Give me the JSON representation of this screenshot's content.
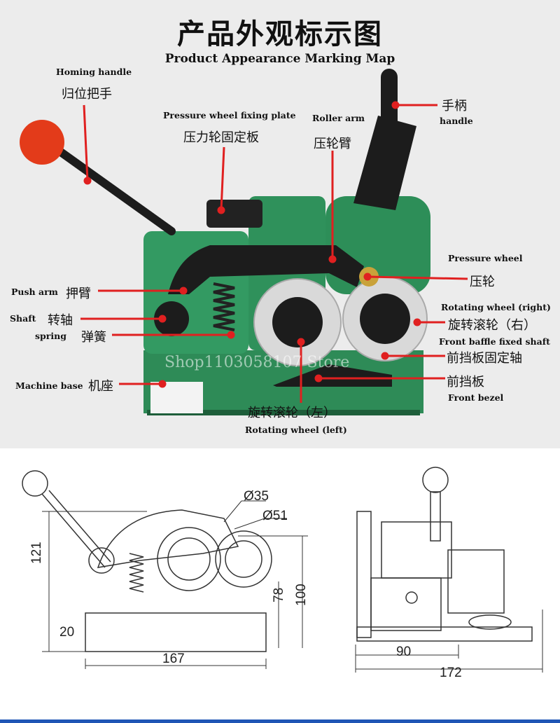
{
  "title": {
    "cn": "产品外观标示图",
    "en": "Product Appearance Marking Map"
  },
  "labels": {
    "homing_handle": {
      "en": "Homing handle",
      "cn": "归位把手"
    },
    "pressure_plate": {
      "en": "Pressure wheel fixing plate",
      "cn": "压力轮固定板"
    },
    "roller_arm": {
      "en": "Roller arm",
      "cn": "压轮臂"
    },
    "handle": {
      "en": "handle",
      "cn": "手柄"
    },
    "pressure_wheel": {
      "en": "Pressure wheel",
      "cn": "压轮"
    },
    "push_arm": {
      "en": "Push arm",
      "cn": "押臂"
    },
    "shaft": {
      "en": "Shaft",
      "cn": "转轴"
    },
    "spring": {
      "en": "spring",
      "cn": "弹簧"
    },
    "machine_base": {
      "en": "Machine base",
      "cn": "机座"
    },
    "rot_right": {
      "en": "Rotating wheel (right)",
      "cn": "旋转滚轮（右）"
    },
    "baffle_shaft": {
      "en": "Front baffle fixed shaft",
      "cn": "前挡板固定轴"
    },
    "front_bezel": {
      "en": "Front bezel",
      "cn": "前挡板"
    },
    "rot_left": {
      "en": "Rotating wheel (left)",
      "cn": "旋转滚轮（左）"
    }
  },
  "watermark": "Shop1103058107 Store",
  "dimensions": {
    "d35": "Ø35",
    "d51": "Ø51",
    "h121": "121",
    "h20": "20",
    "w167": "167",
    "h78": "78",
    "h100": "100",
    "w90": "90",
    "w172": "172"
  },
  "colors": {
    "machine_green": "#2e8b57",
    "arrow_red": "#e02020",
    "arm_black": "#1c1c1c",
    "knob_red": "#e33b1a",
    "accent_blue": "#1f55b5"
  }
}
